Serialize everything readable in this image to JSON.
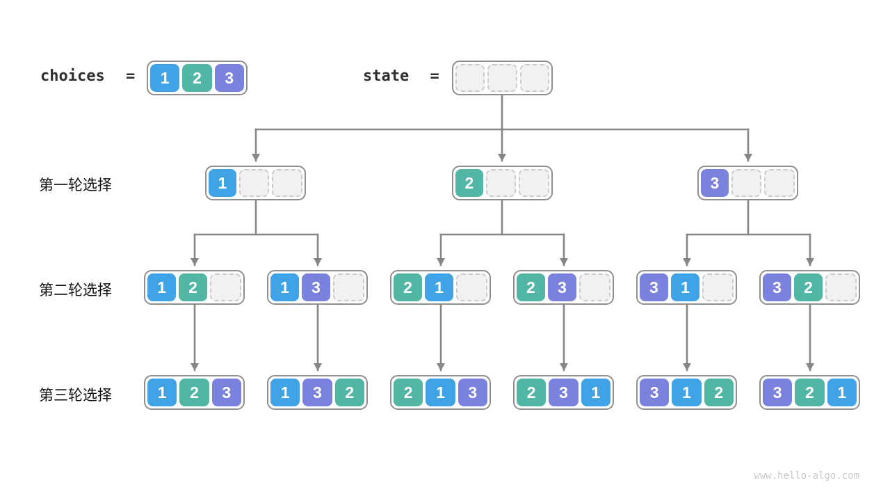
{
  "palette": {
    "cell_1": "#3FA3E6",
    "cell_2": "#52B6A4",
    "cell_3": "#7B82DD",
    "cell_text": "#FFFFFF",
    "empty_fill": "#F1F1F2",
    "empty_border": "#CBCBCB",
    "container_border": "#8F8F8F",
    "arrow": "#868686",
    "code_text": "#2F2F2F",
    "label_text": "#111111",
    "watermark": "#C9C9C9"
  },
  "header": {
    "choices_label": "choices",
    "choices_equals": "=",
    "choices_cells": [
      "1",
      "2",
      "3"
    ],
    "state_label": "state",
    "state_equals": "=",
    "state_cells": [
      "",
      "",
      ""
    ]
  },
  "rows": [
    {
      "label": "第一轮选择",
      "boxes": [
        [
          "1",
          "",
          ""
        ],
        [
          "2",
          "",
          ""
        ],
        [
          "3",
          "",
          ""
        ]
      ]
    },
    {
      "label": "第二轮选择",
      "boxes": [
        [
          "1",
          "2",
          ""
        ],
        [
          "1",
          "3",
          ""
        ],
        [
          "2",
          "1",
          ""
        ],
        [
          "2",
          "3",
          ""
        ],
        [
          "3",
          "1",
          ""
        ],
        [
          "3",
          "2",
          ""
        ]
      ]
    },
    {
      "label": "第三轮选择",
      "boxes": [
        [
          "1",
          "2",
          "3"
        ],
        [
          "1",
          "3",
          "2"
        ],
        [
          "2",
          "1",
          "3"
        ],
        [
          "2",
          "3",
          "1"
        ],
        [
          "3",
          "1",
          "2"
        ],
        [
          "3",
          "2",
          "1"
        ]
      ]
    }
  ],
  "watermark": "www.hello-algo.com"
}
